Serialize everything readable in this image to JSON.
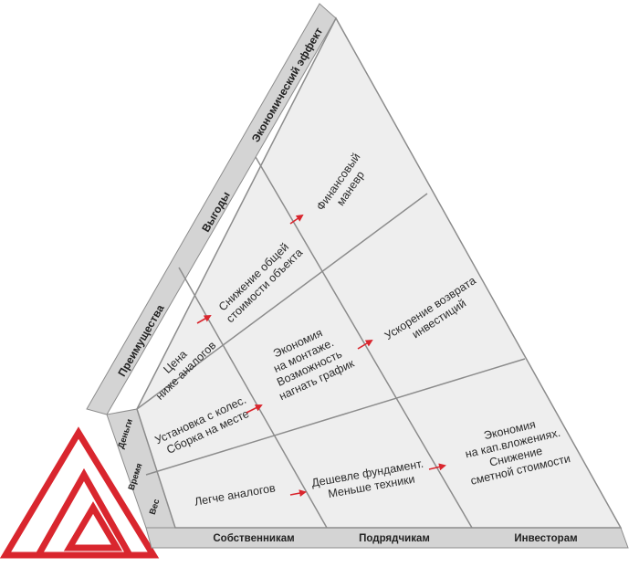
{
  "columns": [
    "Собственникам",
    "Подрядчикам",
    "Инвесторам"
  ],
  "column_colors": [
    "#222222",
    "#222222",
    "#d9262e"
  ],
  "left_headers": [
    "Преимущества",
    "Выгоды",
    "Экономический эффект"
  ],
  "left_header_colors": [
    "#222222",
    "#222222",
    "#d9262e"
  ],
  "rows": [
    "Деньги",
    "Время",
    "Вес"
  ],
  "cells": {
    "price": [
      "Цена",
      "ниже аналогов"
    ],
    "install": [
      "Установка с колес.",
      "Сборка на месте"
    ],
    "lighter": [
      "Легче аналогов"
    ],
    "cost_reduction": [
      "Снижение общей",
      "стоимости объекта"
    ],
    "mounting_savings": [
      "Экономия",
      "на монтаже.",
      "Возможность",
      "нагнать график"
    ],
    "cheaper_foundation": [
      "Дешевле фундамент.",
      "Меньше техники"
    ],
    "financial_maneuver": [
      "Финансовый",
      "маневр"
    ],
    "return_acceleration": [
      "Ускорение возврата",
      "инвестиций"
    ],
    "capital_savings": [
      "Экономия",
      "на кап.вложениях.",
      "Снижение",
      "сметной стоимости"
    ]
  },
  "colors": {
    "accent": "#d9262e",
    "band": "#d4d4d4",
    "cell": "#eeeeee",
    "grid": "#8c8c8c"
  },
  "logo_icon": "red-nested-triangles-logo"
}
